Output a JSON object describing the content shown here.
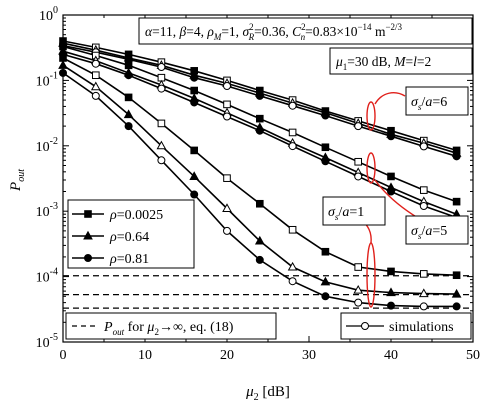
{
  "chart_data": {
    "type": "line",
    "xlabel": "μ2 [dB]",
    "ylabel": "Pout",
    "xlim": [
      0,
      50
    ],
    "ylim": [
      1e-05,
      1
    ],
    "yscale": "log",
    "xticks": [
      0,
      10,
      20,
      30,
      40,
      50
    ],
    "xtick_labels": [
      "0",
      "10",
      "20",
      "30",
      "40",
      "50"
    ],
    "ytick_exponents": [
      -5,
      -4,
      -3,
      -2,
      -1,
      0
    ],
    "grid": false,
    "x": [
      0,
      4,
      8,
      12,
      16,
      20,
      24,
      28,
      32,
      36,
      40,
      44,
      48
    ],
    "series": [
      {
        "group": "rho=0.0025",
        "curve": "sigma/a=6",
        "marker": "square",
        "values": [
          0.4,
          0.32,
          0.25,
          0.19,
          0.14,
          0.1,
          0.07,
          0.05,
          0.034,
          0.024,
          0.017,
          0.012,
          0.0085
        ]
      },
      {
        "group": "rho=0.64",
        "curve": "sigma/a=6",
        "marker": "triangle",
        "values": [
          0.37,
          0.29,
          0.22,
          0.17,
          0.12,
          0.09,
          0.064,
          0.045,
          0.032,
          0.022,
          0.015,
          0.011,
          0.0077
        ]
      },
      {
        "group": "rho=0.81",
        "curve": "sigma/a=6",
        "marker": "circle",
        "values": [
          0.34,
          0.27,
          0.21,
          0.16,
          0.11,
          0.082,
          0.058,
          0.041,
          0.029,
          0.02,
          0.014,
          0.0098,
          0.0069
        ]
      },
      {
        "group": "rho=0.0025",
        "curve": "sigma/a=5",
        "marker": "square",
        "values": [
          0.33,
          0.24,
          0.17,
          0.11,
          0.07,
          0.043,
          0.026,
          0.016,
          0.0095,
          0.0057,
          0.0034,
          0.0021,
          0.0014
        ]
      },
      {
        "group": "rho=0.64",
        "curve": "sigma/a=5",
        "marker": "triangle",
        "values": [
          0.28,
          0.2,
          0.13,
          0.085,
          0.053,
          0.032,
          0.019,
          0.011,
          0.0066,
          0.0039,
          0.0023,
          0.0014,
          0.0009
        ]
      },
      {
        "group": "rho=0.81",
        "curve": "sigma/a=5",
        "marker": "circle",
        "values": [
          0.25,
          0.18,
          0.12,
          0.075,
          0.046,
          0.028,
          0.017,
          0.0099,
          0.0058,
          0.0034,
          0.002,
          0.0012,
          0.0008
        ]
      },
      {
        "group": "rho=0.0025",
        "curve": "sigma/a=1",
        "marker": "square",
        "values": [
          0.22,
          0.12,
          0.055,
          0.022,
          0.0085,
          0.0032,
          0.0013,
          0.00052,
          0.00024,
          0.00014,
          0.00012,
          0.00011,
          0.000105
        ]
      },
      {
        "group": "rho=0.64",
        "curve": "sigma/a=1",
        "marker": "triangle",
        "values": [
          0.17,
          0.08,
          0.03,
          0.01,
          0.0034,
          0.0011,
          0.00035,
          0.00014,
          8.3e-05,
          6.2e-05,
          5.7e-05,
          5.5e-05,
          5.4e-05
        ]
      },
      {
        "group": "rho=0.81",
        "curve": "sigma/a=1",
        "marker": "circle",
        "values": [
          0.13,
          0.058,
          0.02,
          0.006,
          0.0018,
          0.0005,
          0.00018,
          8.5e-05,
          5e-05,
          4e-05,
          3.6e-05,
          3.5e-05,
          3.5e-05
        ]
      }
    ],
    "asymptotes": [
      0.000103,
      5.3e-05,
      3.3e-05
    ],
    "legend_placement": "lower-left",
    "legend": [
      {
        "marker": "square",
        "name_html": "ρ=0.0025"
      },
      {
        "marker": "triangle",
        "name_html": "ρ=0.64"
      },
      {
        "marker": "circle",
        "name_html": "ρ=0.81"
      }
    ],
    "legend_extra": {
      "label": "Pout for μ2→∞, eq. (18)"
    },
    "sim_legend": {
      "label": "simulations"
    },
    "annotations": {
      "params": "α=11, β=4, ρM=1, σR2=0.36, Cn2=0.83×10−14 m−2/3",
      "params2": "μ1=30 dB, M=l=2",
      "sigma6": "σs/a=6",
      "sigma5": "σs/a=5",
      "sigma1": "σs/a=1"
    }
  }
}
